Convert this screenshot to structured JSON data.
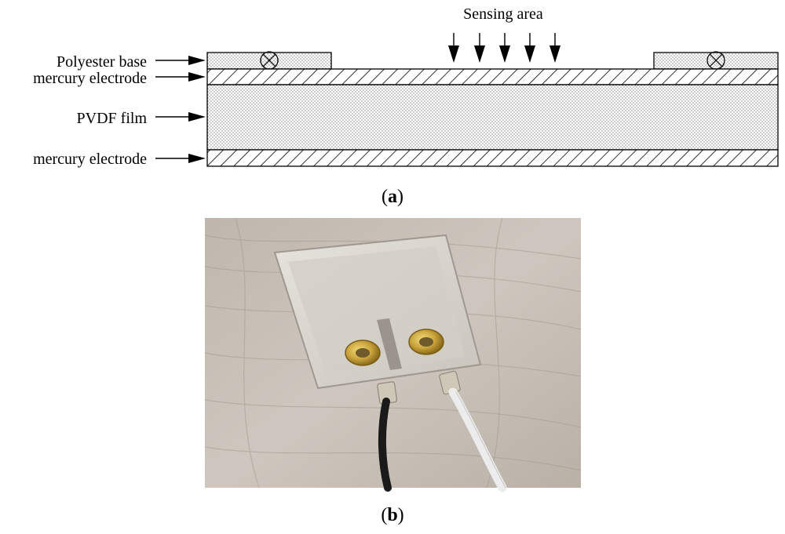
{
  "diagram": {
    "sensing_area_label": "Sensing area",
    "layers": [
      {
        "id": "polyester-base",
        "label": "Polyester base"
      },
      {
        "id": "mercury-electrode-top",
        "label": "mercury electrode"
      },
      {
        "id": "pvdf-film",
        "label": "PVDF film"
      },
      {
        "id": "mercury-electrode-bottom",
        "label": "mercury electrode"
      }
    ],
    "hatch_color": "#000000",
    "dot_color": "#000000"
  },
  "photo": {
    "wood_color": "#c9c0b8",
    "sensor_color": "#dcd8d0",
    "eyelet_color": "#c9a23a",
    "wire_left_color": "#1a1a1a",
    "wire_right_color": "#eeeeee"
  },
  "panels": {
    "a": {
      "open": "(",
      "letter": "a",
      "close": ")"
    },
    "b": {
      "open": "(",
      "letter": "b",
      "close": ")"
    }
  }
}
